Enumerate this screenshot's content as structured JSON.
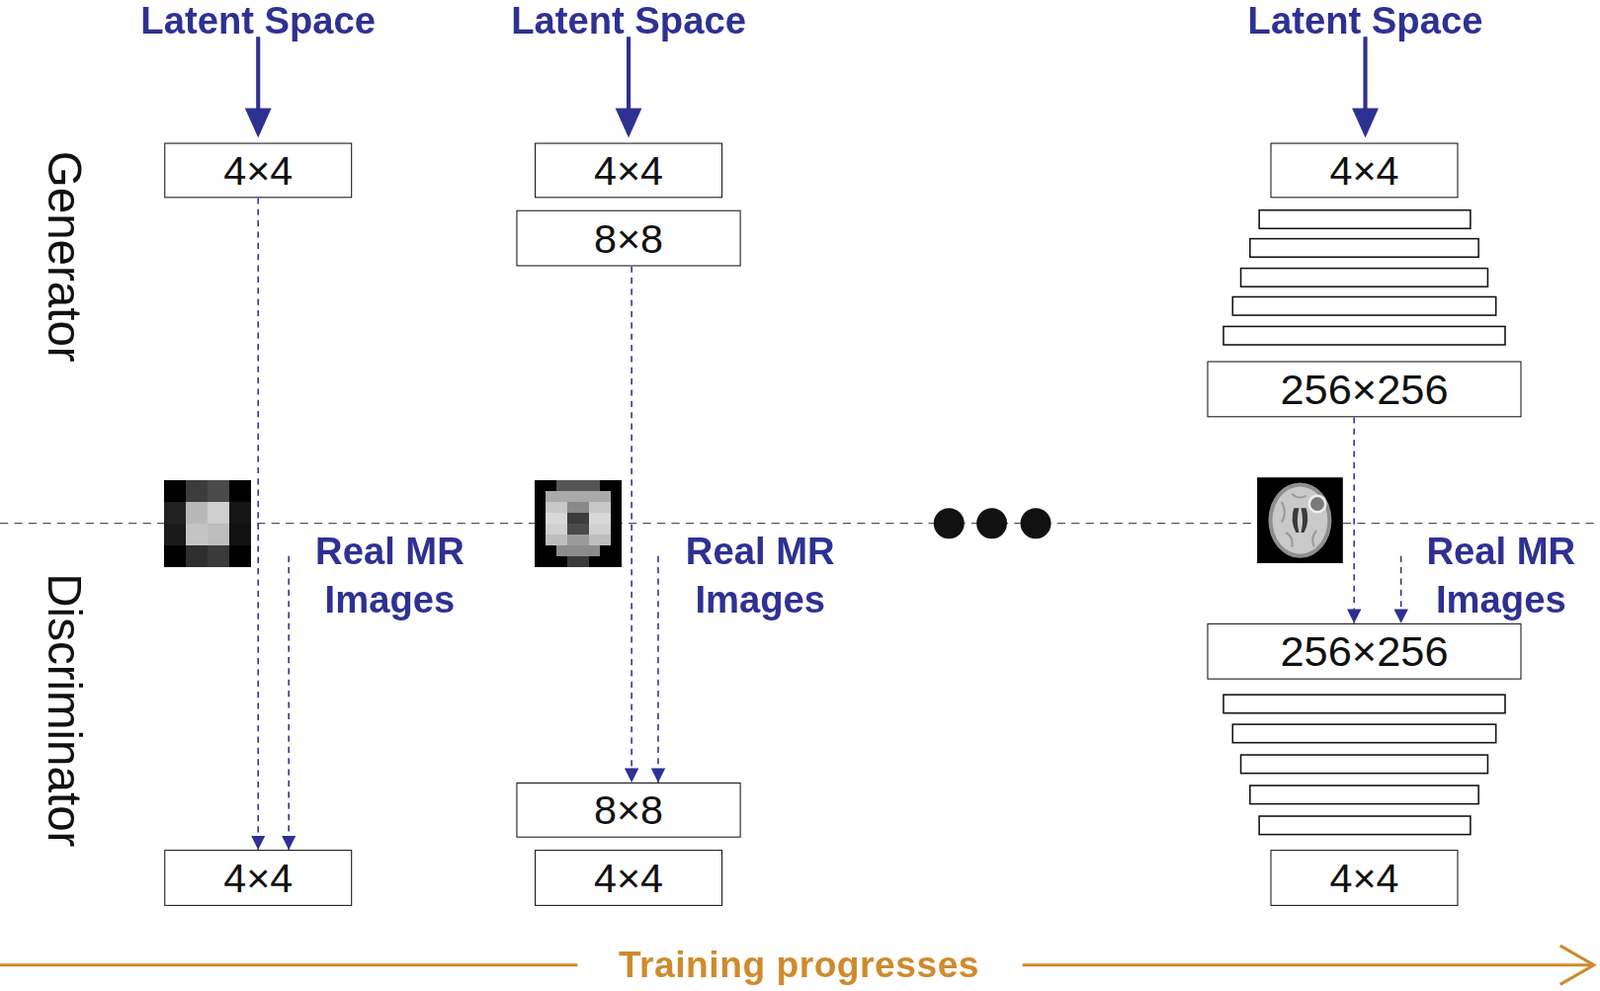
{
  "diagram": {
    "nodes": [
      {
        "text": [
          "4×4"
        ]
      },
      {
        "text": [
          "4×4"
        ]
      },
      {
        "text": [
          "4×4"
        ]
      },
      {
        "text": [
          "8×8"
        ]
      },
      {
        "text": [
          "8×8"
        ]
      },
      {
        "text": [
          "4×4"
        ]
      },
      {
        "text": [
          "4×4"
        ]
      },
      {
        "text": [
          "256×256"
        ]
      },
      {
        "text": [
          "256×256"
        ]
      },
      {
        "text": [
          "4×4"
        ]
      }
    ],
    "edges": [
      {
        "from": 0,
        "to": 1,
        "arrow": "to"
      },
      {
        "from": 3,
        "to": 4,
        "arrow": "to"
      },
      {
        "from": 7,
        "to": 8,
        "arrow": "to"
      }
    ],
    "labels": [
      "Latent Space",
      "Latent Space",
      "Latent Space",
      "Generator",
      "Real MR Images",
      "Real MR Images",
      "Real MR Images",
      "Discriminator",
      "Training progresses"
    ]
  }
}
